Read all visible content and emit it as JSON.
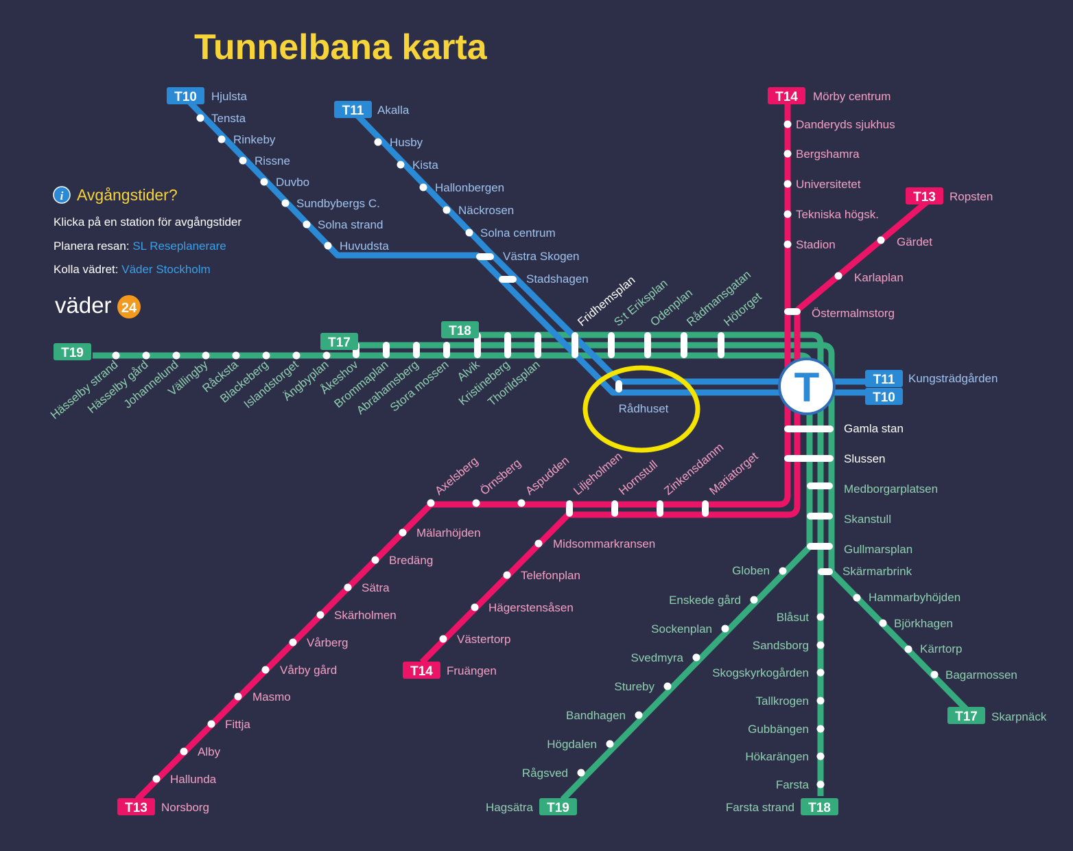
{
  "title": "Tunnelbana karta",
  "info": {
    "heading": "Avgångstider?",
    "icon": "info-icon",
    "line1": "Klicka på en station för avgångstider",
    "plan_label": "Planera resan:",
    "plan_link": "SL Reseplanerare",
    "weather_label": "Kolla vädret:",
    "weather_link": "Väder Stockholm"
  },
  "logo": {
    "text": "väder",
    "number": "24"
  },
  "hub_symbol": "T",
  "colors": {
    "background": "#2d2f48",
    "blue": "#2a8ad6",
    "green": "#35ab7e",
    "pink": "#ec1466",
    "title": "#f7d43a",
    "highlight": "#f5e400"
  },
  "lines": {
    "T10": {
      "name": "T10"
    },
    "T11": {
      "name": "T11"
    },
    "T13": {
      "name": "T13"
    },
    "T14": {
      "name": "T14"
    },
    "T17": {
      "name": "T17"
    },
    "T18": {
      "name": "T18"
    },
    "T19": {
      "name": "T19"
    }
  },
  "stations": {
    "t10_north": [
      "Hjulsta",
      "Tensta",
      "Rinkeby",
      "Rissne",
      "Duvbo",
      "Sundbybergs C.",
      "Solna strand",
      "Huvudsta"
    ],
    "t11_north": [
      "Akalla",
      "Husby",
      "Kista",
      "Hallonbergen",
      "Näckrosen",
      "Solna centrum"
    ],
    "blue_shared": [
      "Västra Skogen",
      "Stadshagen",
      "Rådhuset",
      "Kungsträdgården"
    ],
    "green_west": [
      "Hässelby strand",
      "Hässelby gård",
      "Johannelund",
      "Vällingby",
      "Råcksta",
      "Blackeberg",
      "Islandstorget",
      "Ängbyplan",
      "Åkeshov",
      "Brommaplan",
      "Abrahamsberg",
      "Stora mossen",
      "Alvik",
      "Kristineberg",
      "Thorildsplan"
    ],
    "central": [
      "Fridhemsplan",
      "S:t Eriksplan",
      "Odenplan",
      "Rådmansgatan",
      "Hötorget"
    ],
    "t14_north": [
      "Mörby centrum",
      "Danderyds sjukhus",
      "Bergshamra",
      "Universitetet",
      "Tekniska högsk.",
      "Stadion",
      "Östermalmstorg"
    ],
    "t13_north": [
      "Ropsten",
      "Gärdet",
      "Karlaplan"
    ],
    "south_core": [
      "Gamla stan",
      "Slussen",
      "Medborgarplatsen",
      "Skanstull",
      "Gullmarsplan",
      "Skärmarbrink"
    ],
    "pink_mid": [
      "Axelsberg",
      "Örnsberg",
      "Aspudden",
      "Liljeholmen",
      "Hornstull",
      "Zinkensdamm",
      "Mariatorget"
    ],
    "t13_south": [
      "Mälarhöjden",
      "Bredäng",
      "Sätra",
      "Skärholmen",
      "Vårberg",
      "Vårby gård",
      "Masmo",
      "Fittja",
      "Alby",
      "Hallunda",
      "Norsborg"
    ],
    "t14_south": [
      "Midsommarkransen",
      "Telefonplan",
      "Hägerstensåsen",
      "Västertorp",
      "Fruängen"
    ],
    "t19_south": [
      "Globen",
      "Enskede gård",
      "Sockenplan",
      "Svedmyra",
      "Stureby",
      "Bandhagen",
      "Högdalen",
      "Rågsved",
      "Hagsätra"
    ],
    "t18_south": [
      "Blåsut",
      "Sandsborg",
      "Skogskyrkogården",
      "Tallkrogen",
      "Gubbängen",
      "Hökarängen",
      "Farsta",
      "Farsta strand"
    ],
    "t17_south": [
      "Hammarbyhöjden",
      "Björkhagen",
      "Kärrtorp",
      "Bagarmossen",
      "Skarpnäck"
    ]
  }
}
